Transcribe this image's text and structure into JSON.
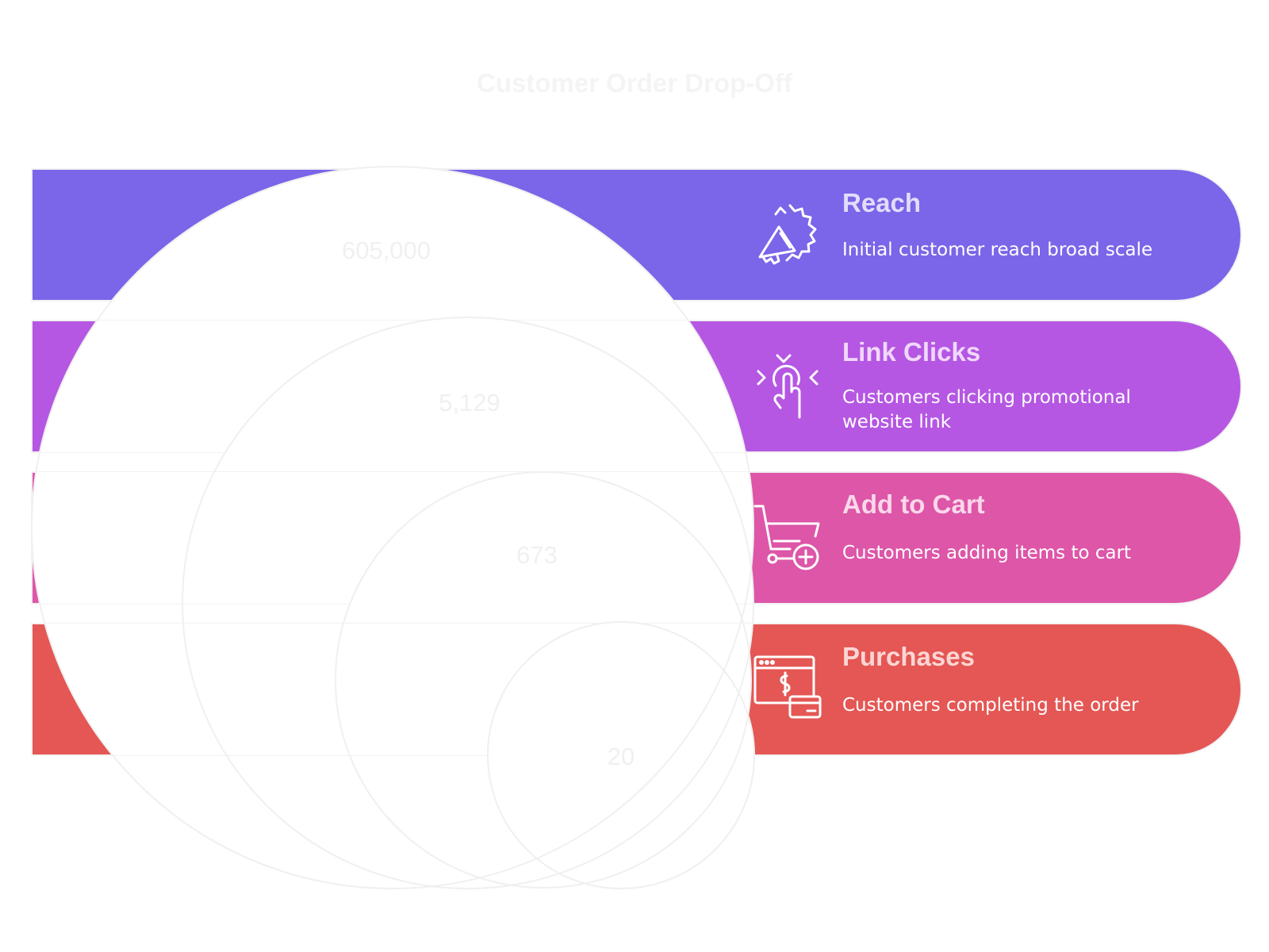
{
  "title": "Customer Order Drop-Off",
  "stages": [
    {
      "label": "Reach",
      "description": "Initial customer reach broad scale",
      "value": "605,000",
      "color": "#7b65e8",
      "label_color": "#e3dcfb",
      "icon": "megaphone-icon"
    },
    {
      "label": "Link Clicks",
      "description": "Customers clicking promotional website link",
      "value": "5,129",
      "color": "#b557e3",
      "label_color": "#f0d8fb",
      "icon": "tap-click-icon"
    },
    {
      "label": "Add to Cart",
      "description": "Customers adding items to cart",
      "value": "673",
      "color": "#dd56a8",
      "label_color": "#fbd7ea",
      "icon": "cart-add-icon"
    },
    {
      "label": "Purchases",
      "description": "Customers completing the order",
      "value": "20",
      "color": "#e45754",
      "label_color": "#fbd6d4",
      "icon": "online-payment-icon"
    }
  ]
}
